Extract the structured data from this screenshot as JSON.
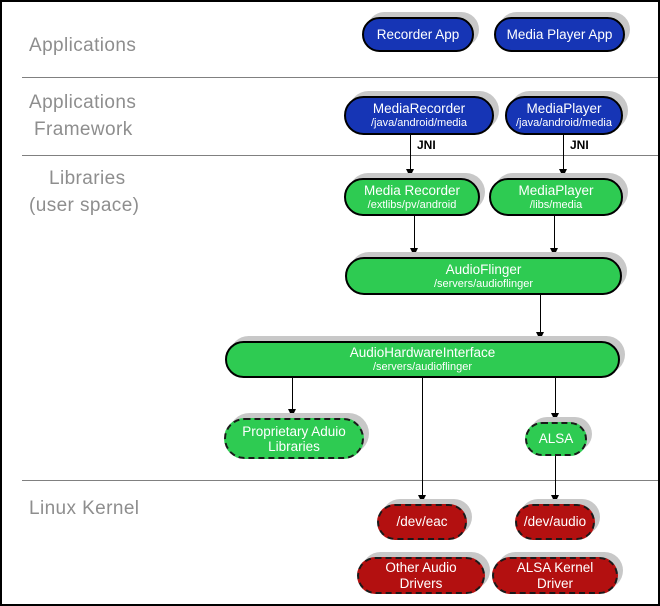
{
  "layers": [
    {
      "name": "Applications",
      "lines": [
        "Applications"
      ]
    },
    {
      "name": "Applications Framework",
      "lines": [
        "Applications",
        "Framework"
      ]
    },
    {
      "name": "Libraries (user space)",
      "lines": [
        "Libraries",
        "(user space)"
      ]
    },
    {
      "name": "Linux Kernel",
      "lines": [
        "Linux Kernel"
      ]
    }
  ],
  "nodes": [
    {
      "id": "recorder-app",
      "title": "Recorder App"
    },
    {
      "id": "media-player-app",
      "title": "Media Player App"
    },
    {
      "id": "media-recorder-framework",
      "title": "MediaRecorder",
      "subtitle": "/java/android/media"
    },
    {
      "id": "media-player-framework",
      "title": "MediaPlayer",
      "subtitle": "/java/android/media"
    },
    {
      "id": "media-recorder-lib",
      "title": "Media Recorder",
      "subtitle": "/extlibs/pv/android"
    },
    {
      "id": "media-player-lib",
      "title": "MediaPlayer",
      "subtitle": "/libs/media"
    },
    {
      "id": "audioflinger",
      "title": "AudioFlinger",
      "subtitle": "/servers/audioflinger"
    },
    {
      "id": "audio-hardware-interface",
      "title": "AudioHardwareInterface",
      "subtitle": "/servers/audioflinger"
    },
    {
      "id": "proprietary-audio-libraries",
      "title": "Proprietary Aduio Libraries"
    },
    {
      "id": "alsa",
      "title": "ALSA"
    },
    {
      "id": "dev-eac",
      "title": "/dev/eac"
    },
    {
      "id": "dev-audio",
      "title": "/dev/audio"
    },
    {
      "id": "other-audio-drivers",
      "title": "Other Audio Drivers"
    },
    {
      "id": "alsa-kernel-driver",
      "title": "ALSA Kernel Driver"
    }
  ],
  "annotations": {
    "jni_left": "JNI",
    "jni_right": "JNI"
  },
  "colors": {
    "app_blue": "#1635b5",
    "lib_green": "#2ecb52",
    "kernel_red": "#b31010",
    "shadow_gray": "#c8c8c8",
    "label_gray": "#8e8e8e",
    "divider_gray": "#808080",
    "text_on_pill": "#ffffff"
  }
}
